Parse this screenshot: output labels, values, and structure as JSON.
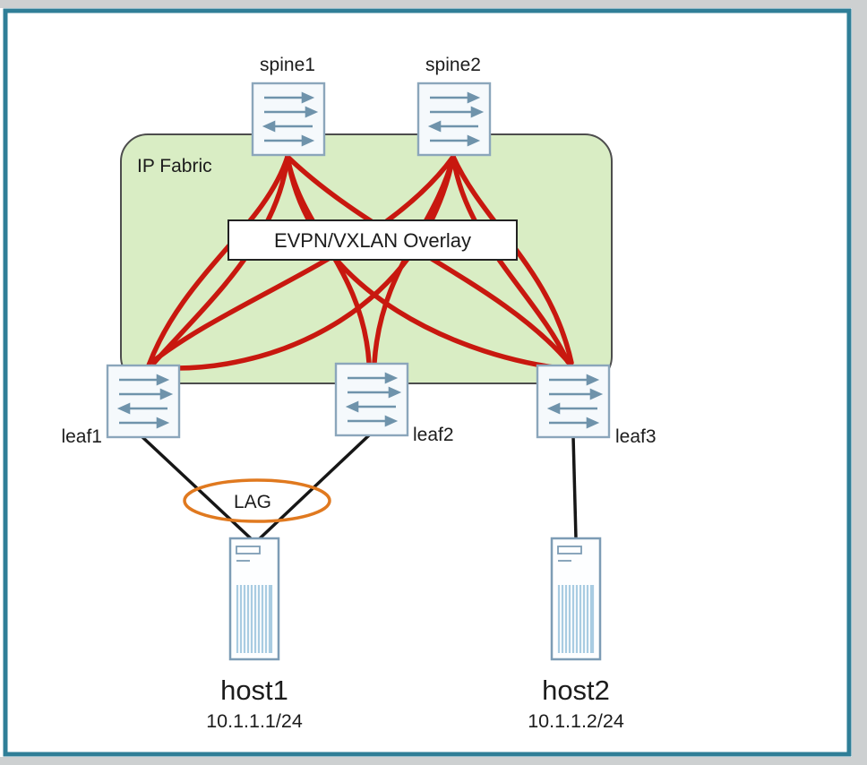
{
  "labels": {
    "fabric": "IP Fabric",
    "overlay": "EVPN/VXLAN Overlay",
    "lag": "LAG"
  },
  "nodes": {
    "spine1": "spine1",
    "spine2": "spine2",
    "leaf1": "leaf1",
    "leaf2": "leaf2",
    "leaf3": "leaf3",
    "host1": "host1",
    "host2": "host2"
  },
  "hosts": {
    "host1_ip": "10.1.1.1/24",
    "host2_ip": "10.1.1.2/24"
  },
  "colors": {
    "fabric_fill": "#d9edc4",
    "fabric_stroke": "#4d4d4d",
    "link_red": "#c8180f",
    "lag_orange": "#e0791f",
    "host_link": "#161616",
    "frame_teal": "#2f7e97",
    "icon_fill": "#f5f9fc",
    "icon_stroke": "#8ba6bb"
  }
}
